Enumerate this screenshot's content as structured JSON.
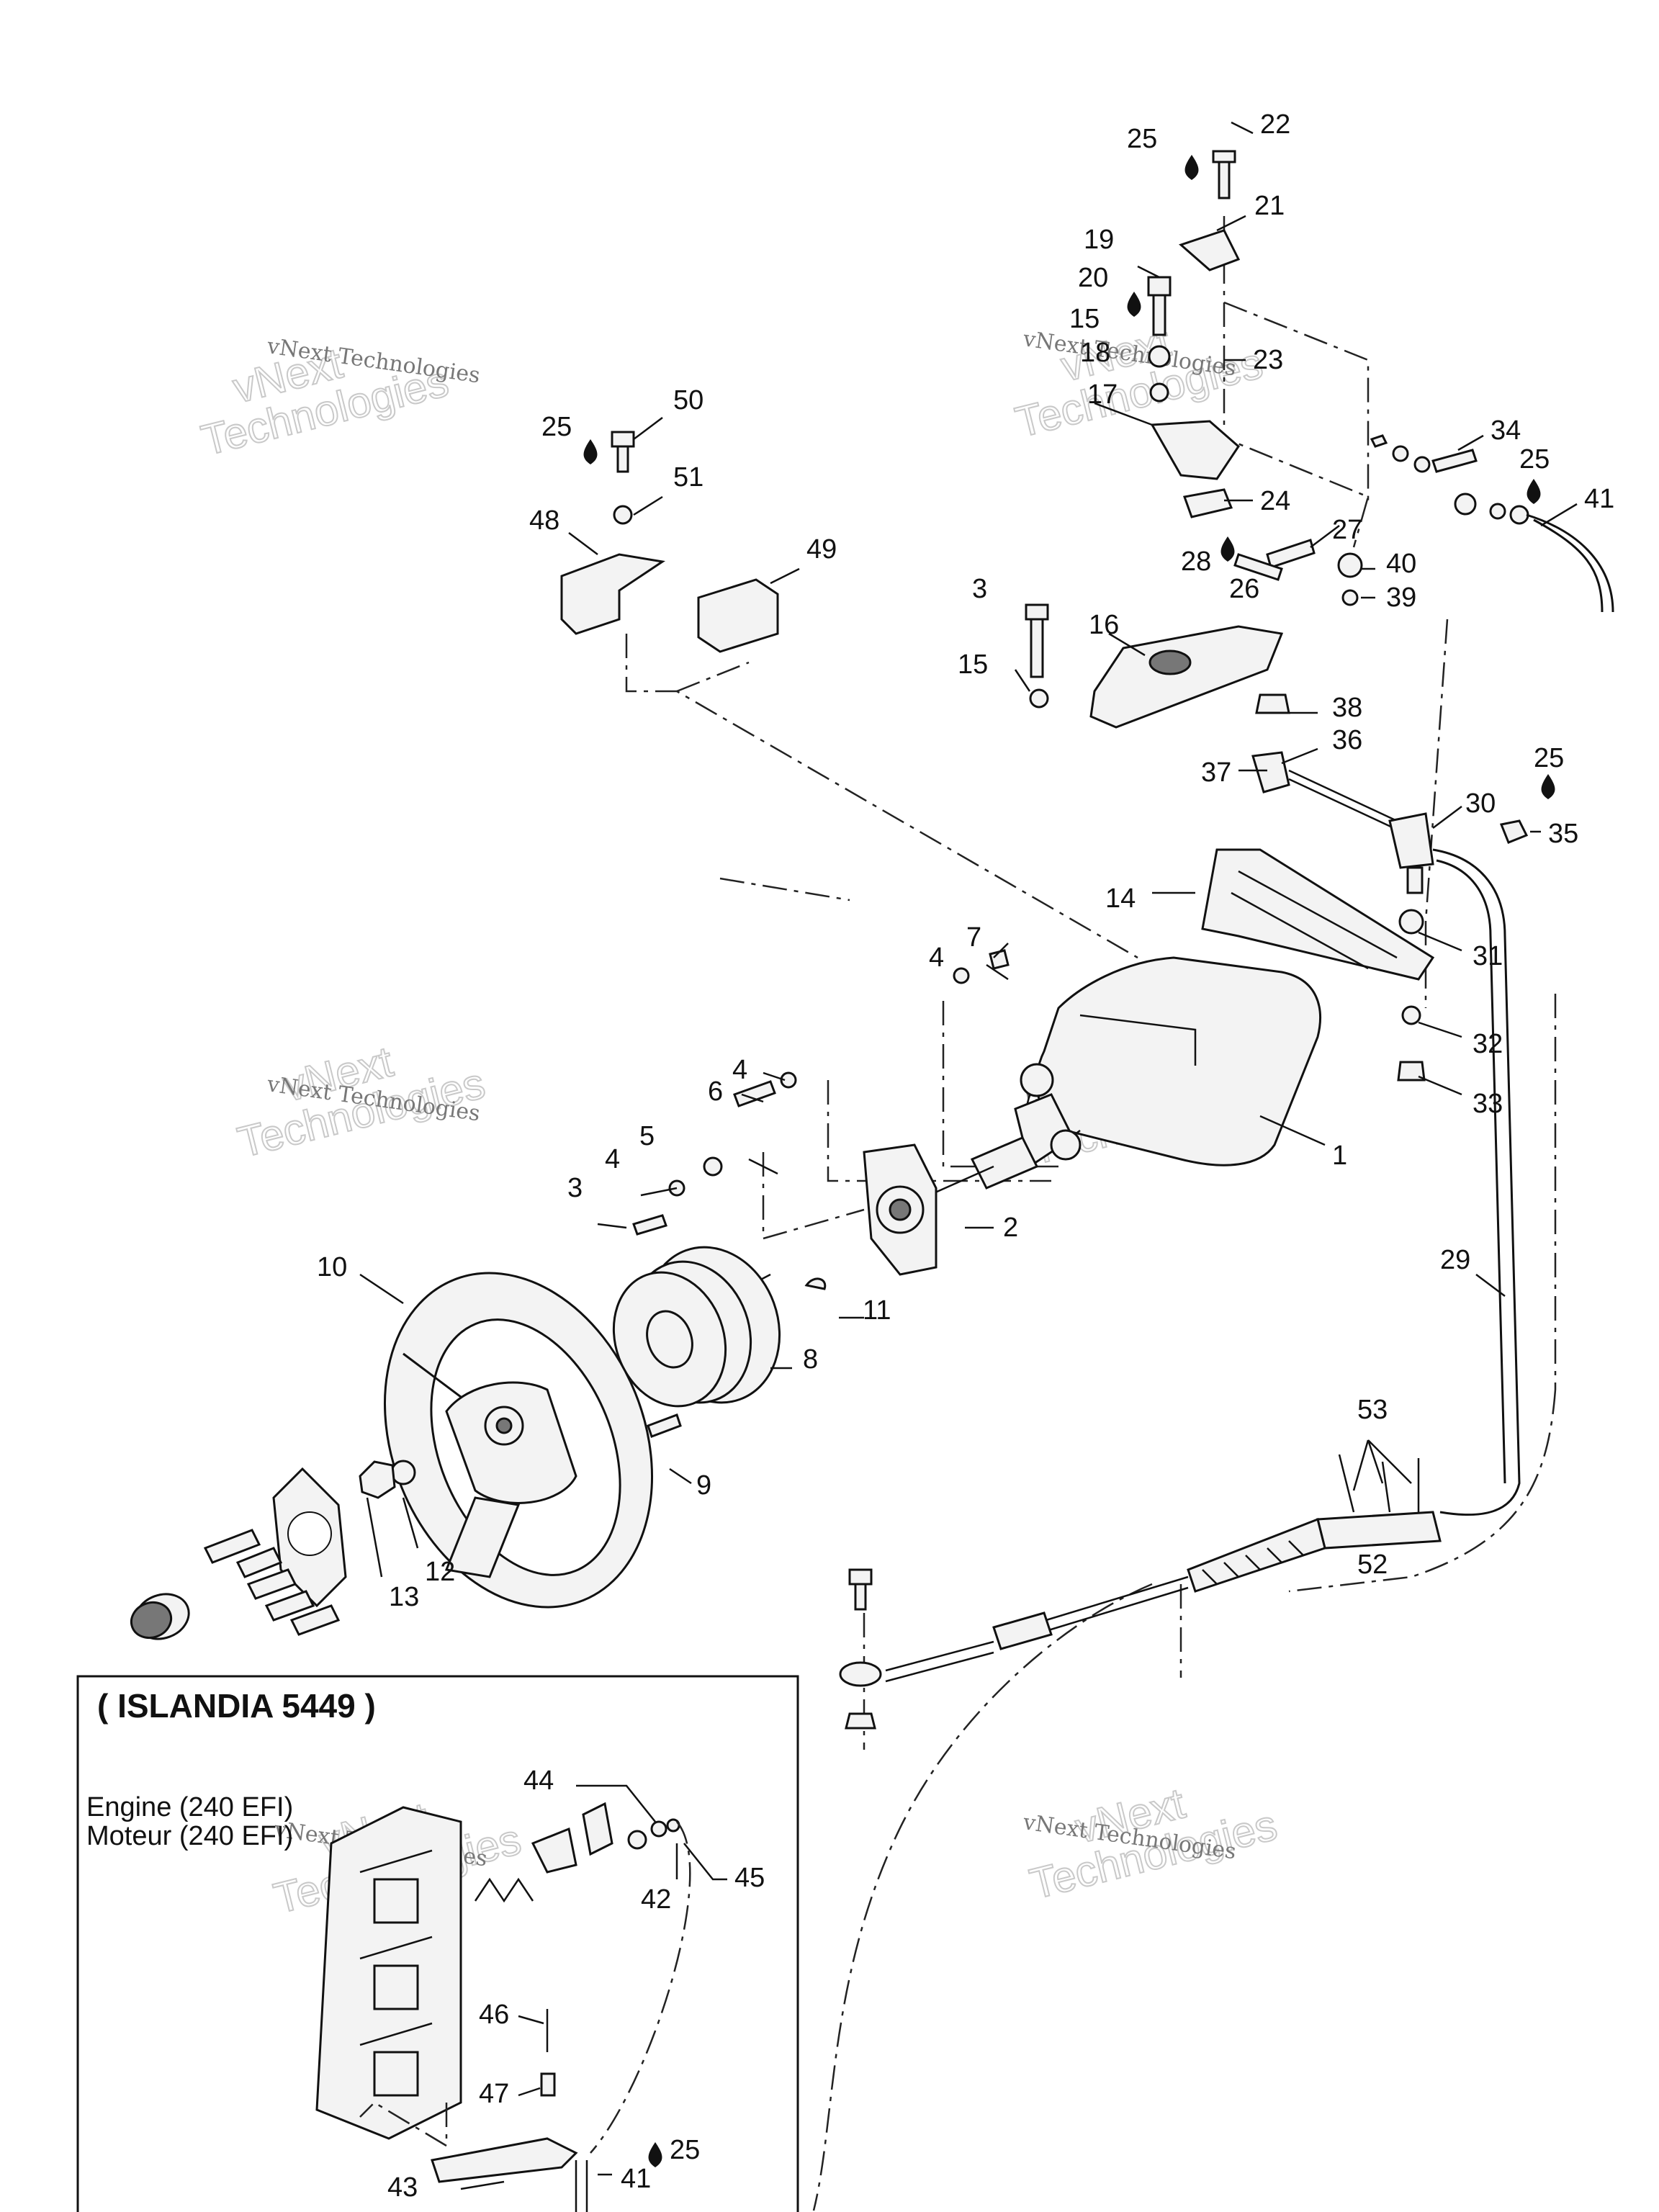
{
  "inset": {
    "title": "( ISLANDIA 5449 )",
    "engine_label_en": "Engine (240 EFI)",
    "engine_label_fr": "Moteur (240 EFI)"
  },
  "watermark": {
    "line1": "vNext",
    "line2": "Technologies",
    "small": "vNext Technologies"
  },
  "callouts": [
    "1",
    "2",
    "3",
    "3",
    "4",
    "4",
    "4",
    "5",
    "6",
    "7",
    "8",
    "9",
    "10",
    "11",
    "12",
    "13",
    "14",
    "15",
    "15",
    "16",
    "17",
    "18",
    "19",
    "20",
    "21",
    "22",
    "23",
    "24",
    "25",
    "25",
    "25",
    "25",
    "25",
    "26",
    "27",
    "28",
    "29",
    "30",
    "31",
    "32",
    "33",
    "34",
    "35",
    "36",
    "37",
    "38",
    "39",
    "40",
    "41",
    "41",
    "42",
    "43",
    "44",
    "45",
    "46",
    "47",
    "48",
    "49",
    "50",
    "51",
    "52",
    "53"
  ],
  "icons": {
    "drop": "lubricant-drop-icon"
  }
}
